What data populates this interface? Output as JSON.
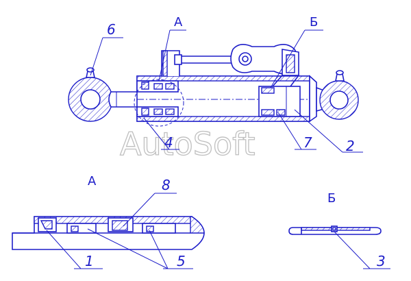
{
  "colors": {
    "line": "#1d1dc9",
    "watermark": "#bfbfbf",
    "background": "#ffffff"
  },
  "labels": {
    "view_a_top": "А",
    "view_b_top": "Б",
    "view_a_title": "А",
    "view_b_title": "Б",
    "part_1": "1",
    "part_2": "2",
    "part_3": "3",
    "part_4": "4",
    "part_5": "5",
    "part_6": "6",
    "part_7": "7",
    "part_8": "8"
  },
  "watermark": "AutoSoft"
}
